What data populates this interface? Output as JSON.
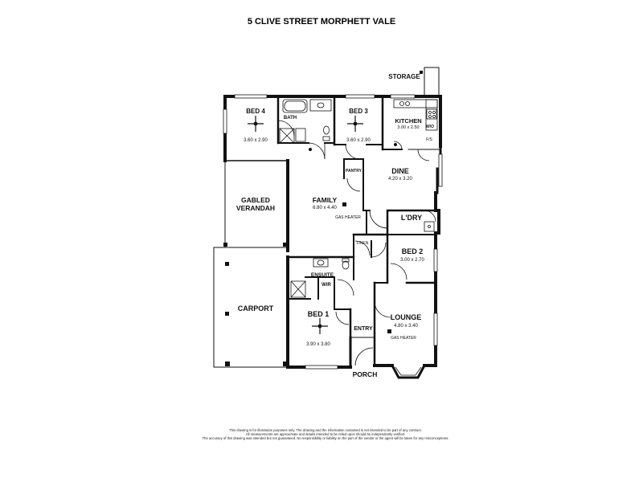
{
  "title": "5 CLIVE STREET MORPHETT VALE",
  "rooms": [
    {
      "id": "storage",
      "name": "STORAGE",
      "dims": ""
    },
    {
      "id": "bed4",
      "name": "BED 4",
      "dims": "3.60 x 2.90"
    },
    {
      "id": "bath",
      "name": "BATH",
      "dims": ""
    },
    {
      "id": "bed3",
      "name": "BED 3",
      "dims": "3.60 x 2.90"
    },
    {
      "id": "kitchen",
      "name": "KITCHEN",
      "dims": "3.00 x 2.50"
    },
    {
      "id": "wo",
      "name": "W/O",
      "dims": ""
    },
    {
      "id": "fs",
      "name": "F/S",
      "dims": ""
    },
    {
      "id": "pantry",
      "name": "PANTRY",
      "dims": ""
    },
    {
      "id": "dine",
      "name": "DINE",
      "dims": "4.20 x 3.20"
    },
    {
      "id": "gabled",
      "name": "GABLED",
      "dims": "VERANDAH"
    },
    {
      "id": "family",
      "name": "FAMILY",
      "dims": "6.80 x 4.40"
    },
    {
      "id": "gasheater1",
      "name": "GAS HEATER",
      "dims": ""
    },
    {
      "id": "ldry",
      "name": "L'DRY",
      "dims": ""
    },
    {
      "id": "linen",
      "name": "LINEN",
      "dims": ""
    },
    {
      "id": "bed2",
      "name": "BED 2",
      "dims": "3.00 x 2.70"
    },
    {
      "id": "ensuite",
      "name": "ENSUITE",
      "dims": ""
    },
    {
      "id": "wir",
      "name": "WIR",
      "dims": ""
    },
    {
      "id": "carport",
      "name": "CARPORT",
      "dims": ""
    },
    {
      "id": "bed1",
      "name": "BED 1",
      "dims": "3.90 x 3.80"
    },
    {
      "id": "lounge",
      "name": "LOUNGE",
      "dims": "4.80 x 3.40"
    },
    {
      "id": "entry",
      "name": "ENTRY",
      "dims": ""
    },
    {
      "id": "gasheater2",
      "name": "GAS HEATER",
      "dims": ""
    },
    {
      "id": "porch",
      "name": "PORCH",
      "dims": ""
    }
  ],
  "disclaimer": [
    "This drawing is for illustration purposes only. The drawing and the information contained is not intended to be part of any contract.",
    "All measurements are approximate and details intended to be relied upon should be independently verified.",
    "The accuracy of this drawing was intended but not guaranteed. No responsibility or liability on the part of the vendor or the agent will be taken for any misconceptions."
  ]
}
